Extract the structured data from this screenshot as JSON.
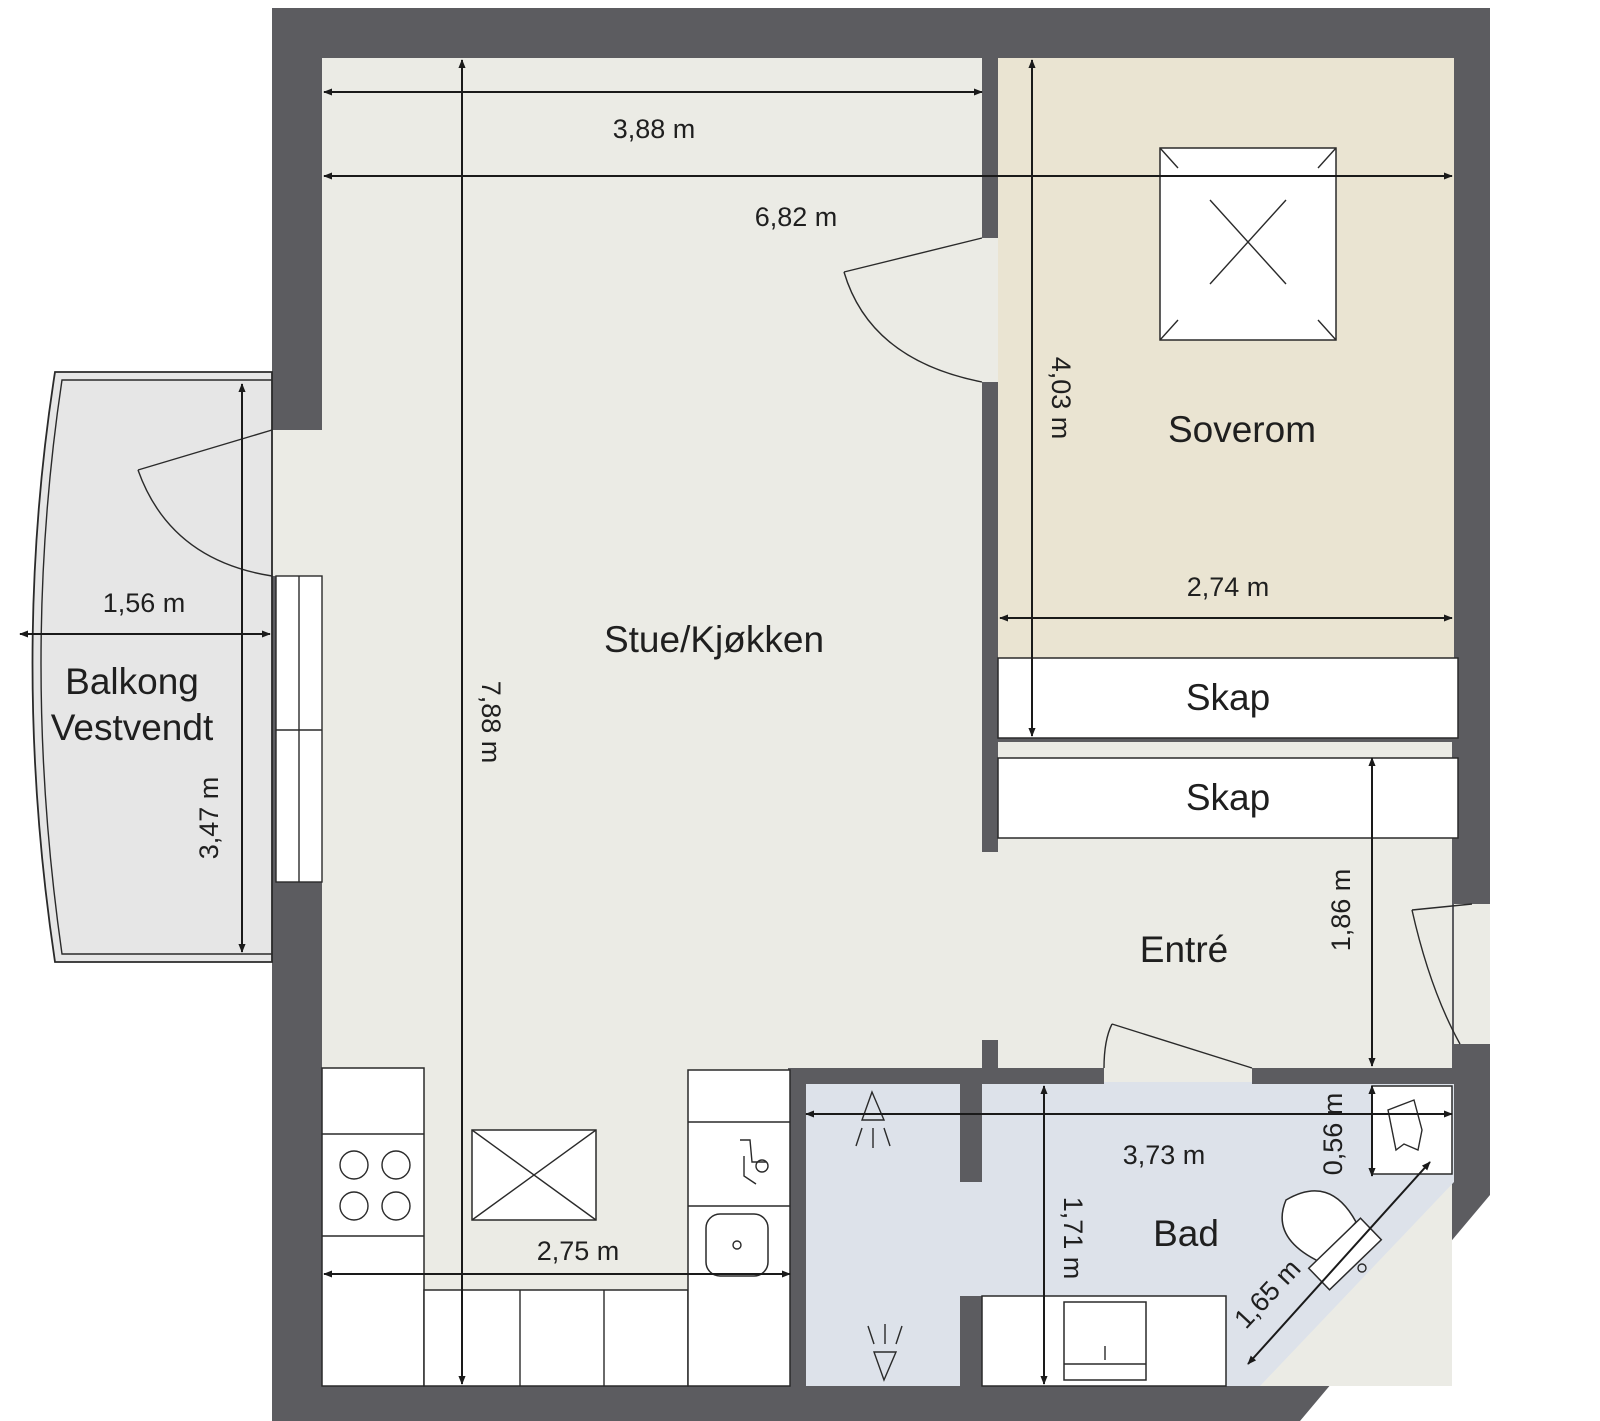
{
  "rooms": {
    "stue": "Stue/Kjøkken",
    "soverom": "Soverom",
    "entre": "Entré",
    "bad": "Bad",
    "balkong_line1": "Balkong",
    "balkong_line2": "Vestvendt",
    "skap_upper": "Skap",
    "skap_lower": "Skap"
  },
  "dimensions": {
    "d_388": "3,88 m",
    "d_682": "6,82 m",
    "d_788": "7,88 m",
    "d_403": "4,03 m",
    "d_274": "2,74 m",
    "d_156": "1,56 m",
    "d_347": "3,47 m",
    "d_186": "1,86 m",
    "d_373": "3,73 m",
    "d_056": "0,56 m",
    "d_171": "1,71 m",
    "d_165": "1,65 m",
    "d_275": "2,75 m"
  },
  "colors": {
    "wall": "#5c5c60",
    "living_floor": "#ebebe5",
    "bedroom_floor": "#eae4d2",
    "bath_floor": "#dde2ea",
    "balcony_floor": "#e6e6e6"
  }
}
